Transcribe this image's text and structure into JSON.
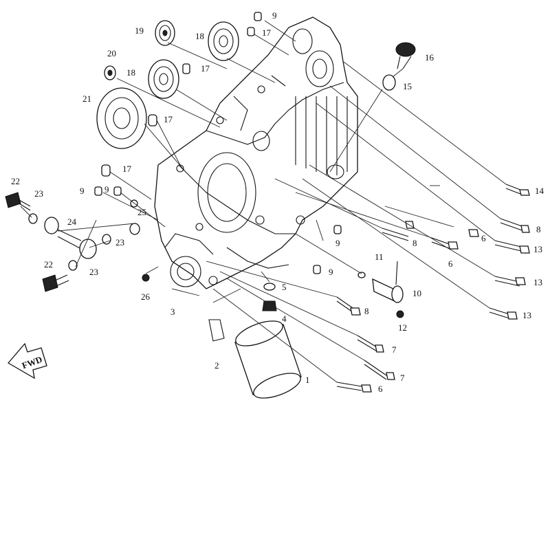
{
  "direction_arrow": {
    "text": "FWD"
  },
  "callouts": [
    {
      "text": "1"
    },
    {
      "text": "2"
    },
    {
      "text": "3"
    },
    {
      "text": "4"
    },
    {
      "text": "5"
    },
    {
      "text": "6"
    },
    {
      "text": "6"
    },
    {
      "text": "6"
    },
    {
      "text": "7"
    },
    {
      "text": "7"
    },
    {
      "text": "8"
    },
    {
      "text": "8"
    },
    {
      "text": "8"
    },
    {
      "text": "9"
    },
    {
      "text": "9"
    },
    {
      "text": "9"
    },
    {
      "text": "9"
    },
    {
      "text": "9"
    },
    {
      "text": "10"
    },
    {
      "text": "11"
    },
    {
      "text": "12"
    },
    {
      "text": "13"
    },
    {
      "text": "13"
    },
    {
      "text": "13"
    },
    {
      "text": "14"
    },
    {
      "text": "15"
    },
    {
      "text": "16"
    },
    {
      "text": "17"
    },
    {
      "text": "17"
    },
    {
      "text": "17"
    },
    {
      "text": "17"
    },
    {
      "text": "18"
    },
    {
      "text": "18"
    },
    {
      "text": "19"
    },
    {
      "text": "20"
    },
    {
      "text": "21"
    },
    {
      "text": "22"
    },
    {
      "text": "22"
    },
    {
      "text": "23"
    },
    {
      "text": "23"
    },
    {
      "text": "23"
    },
    {
      "text": "24"
    },
    {
      "text": "25"
    },
    {
      "text": "26"
    }
  ]
}
